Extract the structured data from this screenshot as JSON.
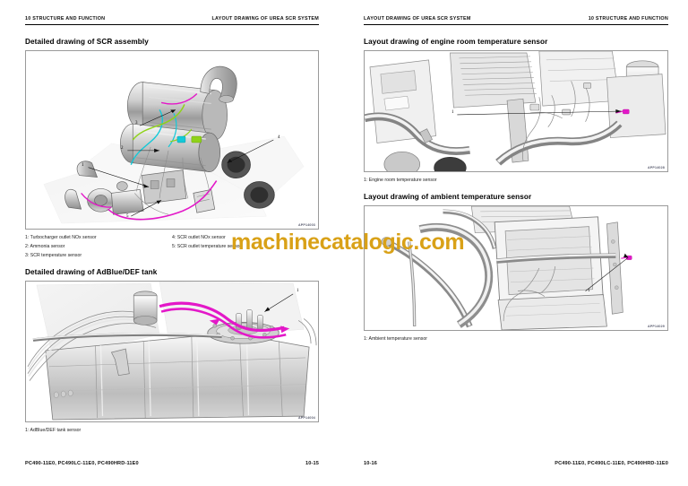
{
  "document": {
    "watermark": "machinecatalogic.com",
    "watermark_color": "#d9a117",
    "model_line": "PC490-11E0, PC490LC-11E0, PC490HRD-11E0"
  },
  "left_page": {
    "running_head_left": "10 STRUCTURE AND FUNCTION",
    "running_head_right": "LAYOUT DRAWING OF UREA SCR SYSTEM",
    "page_number": "10-15",
    "footer_model": "PC490-11E0, PC490LC-11E0, PC490HRD-11E0",
    "sections": [
      {
        "title": "Detailed drawing of SCR assembly",
        "figure_code": "APP14003",
        "callouts": [
          "1",
          "2",
          "3",
          "4",
          "5"
        ],
        "legend_left": [
          "1: Turbocharger outlet NOx sensor",
          "2: Ammonia sensor",
          "3: SCR temperature sensor"
        ],
        "legend_right": [
          "4: SCR outlet NOx sensor",
          "5: SCR outlet temperature sensor"
        ]
      },
      {
        "title": "Detailed drawing of AdBlue/DEF tank",
        "figure_code": "APP14004",
        "callouts": [
          "1"
        ],
        "legend_left": [
          "1: AdBlue/DEF tank sensor"
        ],
        "legend_right": []
      }
    ]
  },
  "right_page": {
    "running_head_left": "LAYOUT DRAWING OF UREA SCR SYSTEM",
    "running_head_right": "10 STRUCTURE AND FUNCTION",
    "page_number": "10-16",
    "footer_model": "PC490-11E0, PC490LC-11E0, PC490HRD-11E0",
    "sections": [
      {
        "title": "Layout drawing of engine room temperature sensor",
        "figure_code": "APP14028",
        "callouts": [
          "1"
        ],
        "legend_left": [
          "1: Engine room temperature sensor"
        ],
        "legend_right": []
      },
      {
        "title": "Layout drawing of ambient temperature sensor",
        "figure_code": "APP14029",
        "callouts": [
          "1"
        ],
        "legend_left": [
          "1: Ambient temperature sensor"
        ],
        "legend_right": []
      }
    ]
  }
}
